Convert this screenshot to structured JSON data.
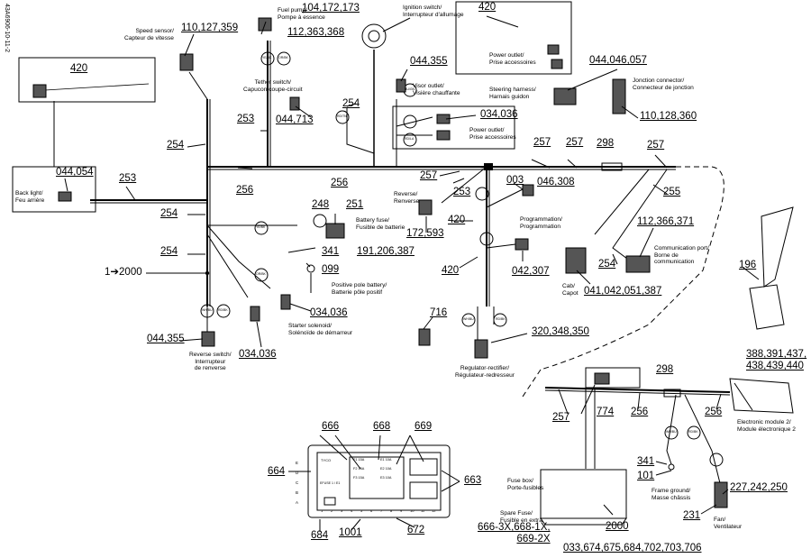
{
  "drawing_code": "43A6906-10-11-2",
  "part_numbers": {
    "speed_sensor": "110,127,359",
    "fuel_pump": "112,363,368",
    "ignition": "104,172,173",
    "tether_small": "044,355",
    "ign_leader": "254",
    "tether": "044,713",
    "harness_253_left": "253",
    "harness_254_top": "254",
    "power_outlet_top": "420",
    "power_outlet_mid": "034,036",
    "inset_420": "420",
    "steering": "044,046,057",
    "junction": "110,128,360",
    "h257_a": "257",
    "h257_b": "257",
    "h298_top": "298",
    "h257_c": "257",
    "backlight": "044,054",
    "h253_mid": "253",
    "h256_a": "256",
    "h256_b": "256",
    "h257_mid": "257",
    "h003": "003",
    "h046": "046,308",
    "h253_r": "253",
    "h255": "255",
    "h254_l1": "254",
    "h254_l2": "254",
    "h248": "248",
    "h251": "251",
    "h191": "191,206,387",
    "h172": "172,593",
    "h420_r": "420",
    "h112b": "112,366,371",
    "h341": "341",
    "h099": "099",
    "h420_r2": "420",
    "h042": "042,307",
    "h254_r": "254",
    "h196": "196",
    "h2000_l": "1➔2000",
    "h041": "041,042,051,387",
    "h034_c": "034,036",
    "h716": "716",
    "h044_b": "044,355",
    "h034_b": "034,036",
    "h320": "320,348,350",
    "h388": "388,391,437,\n438,439,440",
    "h298_b": "298",
    "h666": "666",
    "h668": "668",
    "h669": "669",
    "h774": "774",
    "h256_c": "256",
    "h256_d": "256",
    "h257_b2": "257",
    "h664": "664",
    "h663": "663",
    "h341_b": "341",
    "h101": "101",
    "h227": "227,242,250",
    "h231": "231",
    "h684": "684",
    "h1001": "1001",
    "h672": "672",
    "h2000_b": "2000",
    "h666b": "666-3X,668-1X,\n669-2X",
    "h033": "033,674,675,684,702,703,706"
  },
  "labels": {
    "speed_sensor": "Speed sensor/\nCapteur de vitesse",
    "fuel_pump": "Fuel pump/\nPompe à essence",
    "ignition": "Ignition switch/\nInterrupteur d'allumage",
    "tether": "Tether switch/\nCapucon coupe-circuit",
    "visor": "Visor outlet/\nVisière chauffante",
    "power_outlet_top": "Power outlet/\nPrise accessoires",
    "power_outlet_mid": "Power outlet/\nPrise accessoires",
    "steering": "Steering harness/\nHarnais guidon",
    "junction": "Jonction connector/\nConnecteur de jonction",
    "back_light": "Back light/\nFeu arrière",
    "reverse": "Reverse/\nRenverse",
    "battery_fuse": "Battery fuse/\nFusible de batterie",
    "programming": "Programmation/\nProgrammation",
    "comm_port": "Communication port/\nBorne de\ncommunication",
    "cab": "Cab/\nCapot",
    "positive_pole": "Positive pole battery/\nBatterie pôle positif",
    "starter": "Starter solenoid/\nSolénoïde de démarreur",
    "reverse_switch": "Reverse switch/\nInterrupteur\nde renverse",
    "regulator": "Regulator-rectifier/\nRégulateur-redresseur",
    "ecm": "Electronic module 2/\nModule électronique 2",
    "fuse_box": "Fuse box/\nPorte-fusibles",
    "spare_fuse": "Spare Fuse/\nFusible en extra",
    "frame_ground": "Frame ground/\nMasse châssis",
    "fan": "Fan/\nVentilateur"
  },
  "wire_codes": [
    "WH/BU",
    "RD/BK",
    "YE/BK",
    "RD/TN",
    "RD/LA",
    "BU/GN",
    "OR/BK",
    "BK",
    "RD",
    "GN",
    "YE/BU",
    "BK/OR"
  ],
  "fusebox": {
    "labels": [
      "F1 15A",
      "F2 15A",
      "F3 15A",
      "E1 10A",
      "E2 10A",
      "E3 10A"
    ],
    "tag_left": "TYCO",
    "tag_right": "EFUSE 1 / E1",
    "bottom_nums": [
      "1",
      "2",
      "3",
      "4",
      "5",
      "6",
      "7",
      "8",
      "9",
      "10",
      "11",
      "12"
    ],
    "side_letters": [
      "A",
      "B",
      "C",
      "D",
      "E"
    ]
  }
}
